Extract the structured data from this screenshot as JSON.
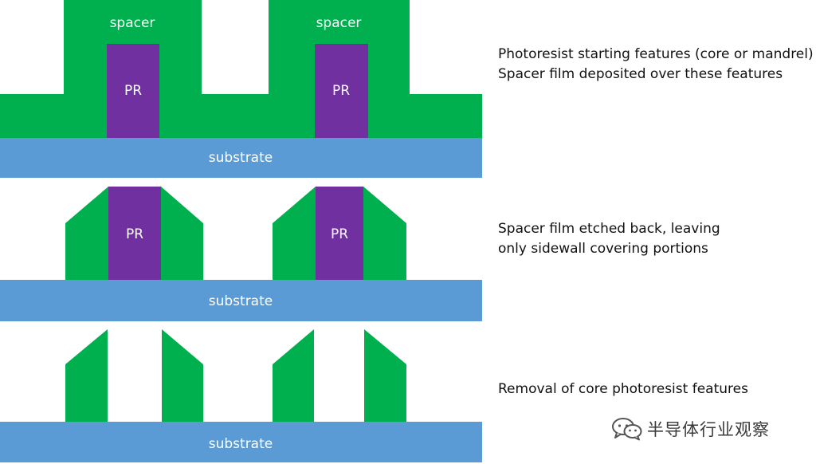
{
  "colors": {
    "spacer": "#00b04f",
    "photoresist": "#7030a0",
    "substrate": "#5b9bd5",
    "label_text": "#ffffff",
    "caption_text": "#111111"
  },
  "stage1": {
    "spacer_label_left": "spacer",
    "spacer_label_right": "spacer",
    "pr_label_left": "PR",
    "pr_label_right": "PR",
    "substrate_label": "substrate",
    "caption_line1": "Photoresist starting features (core or mandrel)",
    "caption_line2": "Spacer film deposited over these features"
  },
  "stage2": {
    "pr_label_left": "PR",
    "pr_label_right": "PR",
    "substrate_label": "substrate",
    "caption_line1": "Spacer film etched back, leaving",
    "caption_line2": "only sidewall covering portions"
  },
  "stage3": {
    "substrate_label": "substrate",
    "caption_line1": "Removal of core photoresist features"
  },
  "watermark": {
    "icon": "wechat-icon",
    "text": "半导体行业观察"
  }
}
